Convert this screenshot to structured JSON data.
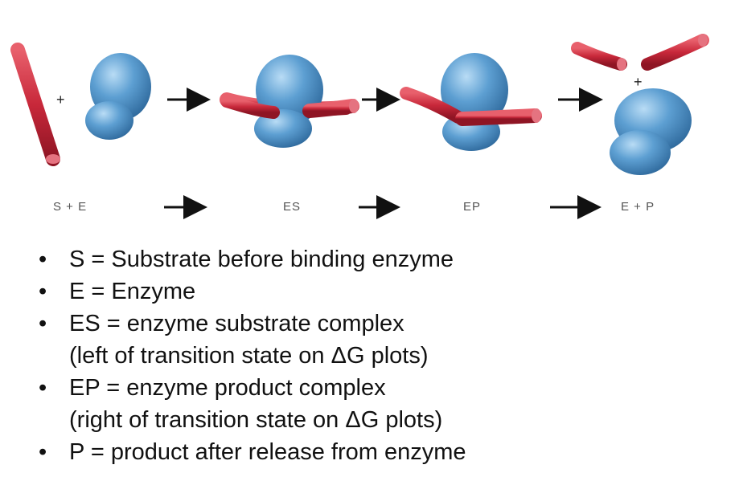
{
  "diagram": {
    "stage_labels": {
      "s_plus_e": "S + E",
      "es": "ES",
      "ep": "EP",
      "e_plus_p": "E + P"
    },
    "plus_sign": "+",
    "colors": {
      "enzyme": "#4f93c9",
      "substrate": "#c8283a",
      "arrow": "#111111"
    }
  },
  "bullets": [
    {
      "text": "S = Substrate before binding enzyme",
      "sub": ""
    },
    {
      "text": "E = Enzyme",
      "sub": ""
    },
    {
      "text": "ES = enzyme substrate complex",
      "sub": "(left of transition state on ΔG plots)"
    },
    {
      "text": "EP = enzyme product complex",
      "sub": "(right of transition state on ΔG plots)"
    },
    {
      "text": "P = product after release from enzyme",
      "sub": ""
    }
  ]
}
